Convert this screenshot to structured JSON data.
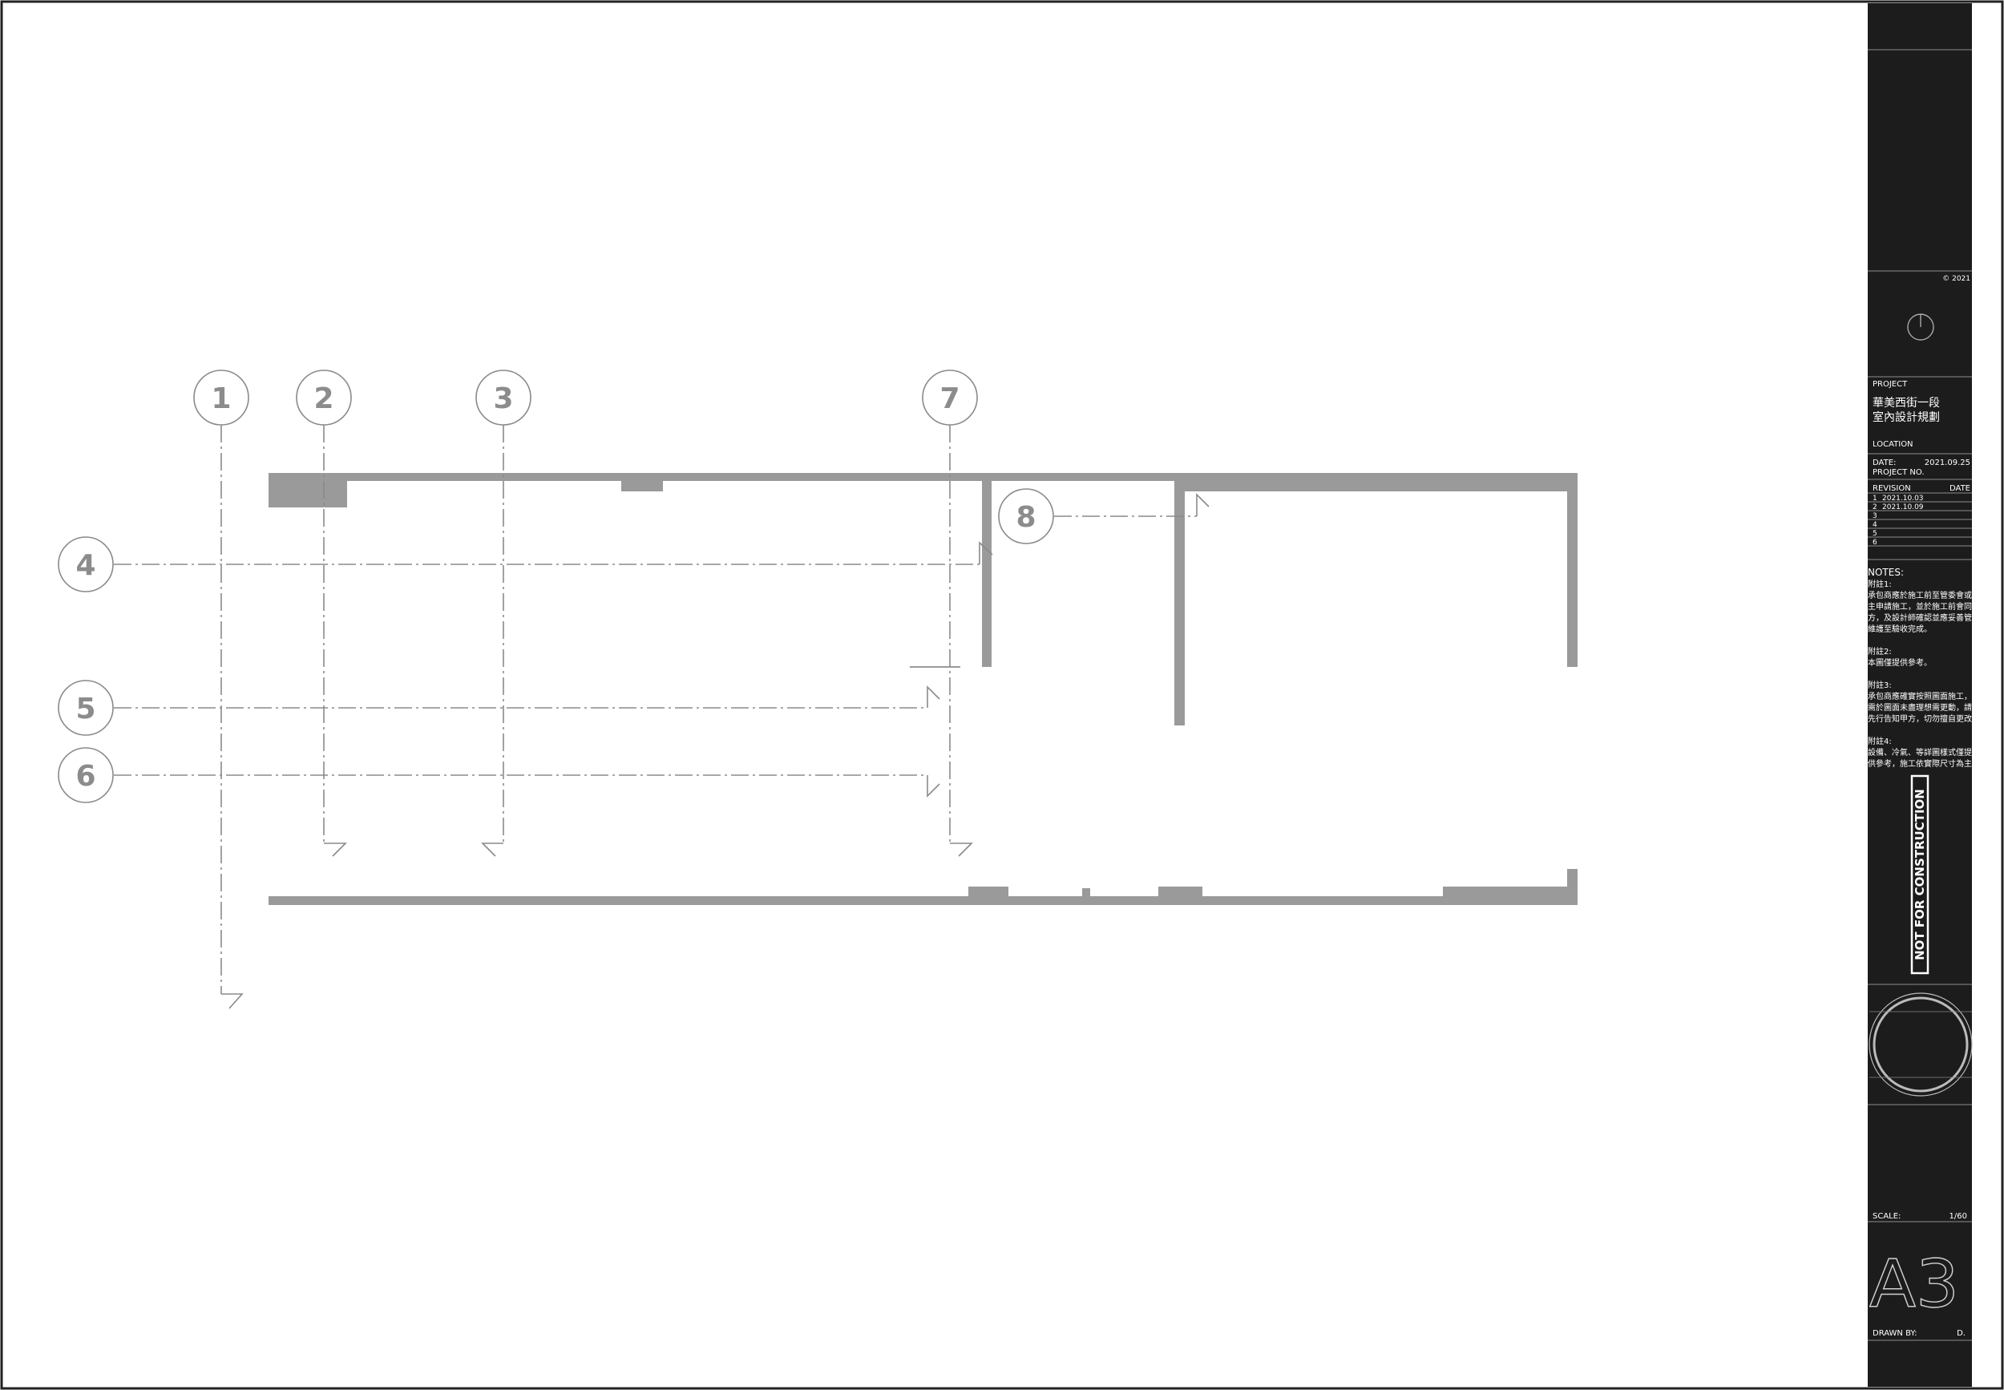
{
  "drawing": {
    "section_markers": [
      {
        "label": "1"
      },
      {
        "label": "2"
      },
      {
        "label": "3"
      },
      {
        "label": "7"
      },
      {
        "label": "4"
      },
      {
        "label": "5"
      },
      {
        "label": "6"
      },
      {
        "label": "8"
      }
    ]
  },
  "title_block": {
    "copyright": "© 2021",
    "project_label": "PROJECT",
    "project_name_line1": "華美西街一段",
    "project_name_line2": "室內設計規劃",
    "location_label": "LOCATION",
    "date_label": "DATE:",
    "date_value": "2021.09.25",
    "project_no_label": "PROJECT NO.",
    "revision_label": "REVISION",
    "revision_date_label": "DATE",
    "revisions": [
      {
        "num": "1",
        "date": "2021.10.03"
      },
      {
        "num": "2",
        "date": "2021.10.09"
      },
      {
        "num": "3",
        "date": ""
      },
      {
        "num": "4",
        "date": ""
      },
      {
        "num": "5",
        "date": ""
      },
      {
        "num": "6",
        "date": ""
      }
    ],
    "notes_label": "NOTES:",
    "notes": [
      {
        "title": "附註1:",
        "lines": [
          "承包商應於施工前至管委會或屬",
          "主申請施工，並於施工前會同甲",
          "方，及設計師確認並應妥善管理",
          "維護至驗收完成。"
        ]
      },
      {
        "title": "附註2:",
        "lines": [
          "本圖僅提供參考。"
        ]
      },
      {
        "title": "附註3:",
        "lines": [
          "承包商應確實按照圖面施工，若",
          "需於圖面未盡理想需更動，請務必",
          "先行告知甲方，切勿擅自更改。"
        ]
      },
      {
        "title": "附註4:",
        "lines": [
          "設備、冷氣、等詳圖樣式僅提",
          "供參考，施工依實際尺寸為主。"
        ]
      }
    ],
    "stamp": "NOT FOR CONSTRUCTION",
    "scale_label": "SCALE:",
    "scale_value": "1/60",
    "sheet_size": "A3",
    "drawn_by_label": "DRAWN BY:",
    "drawn_by_value": "D."
  }
}
